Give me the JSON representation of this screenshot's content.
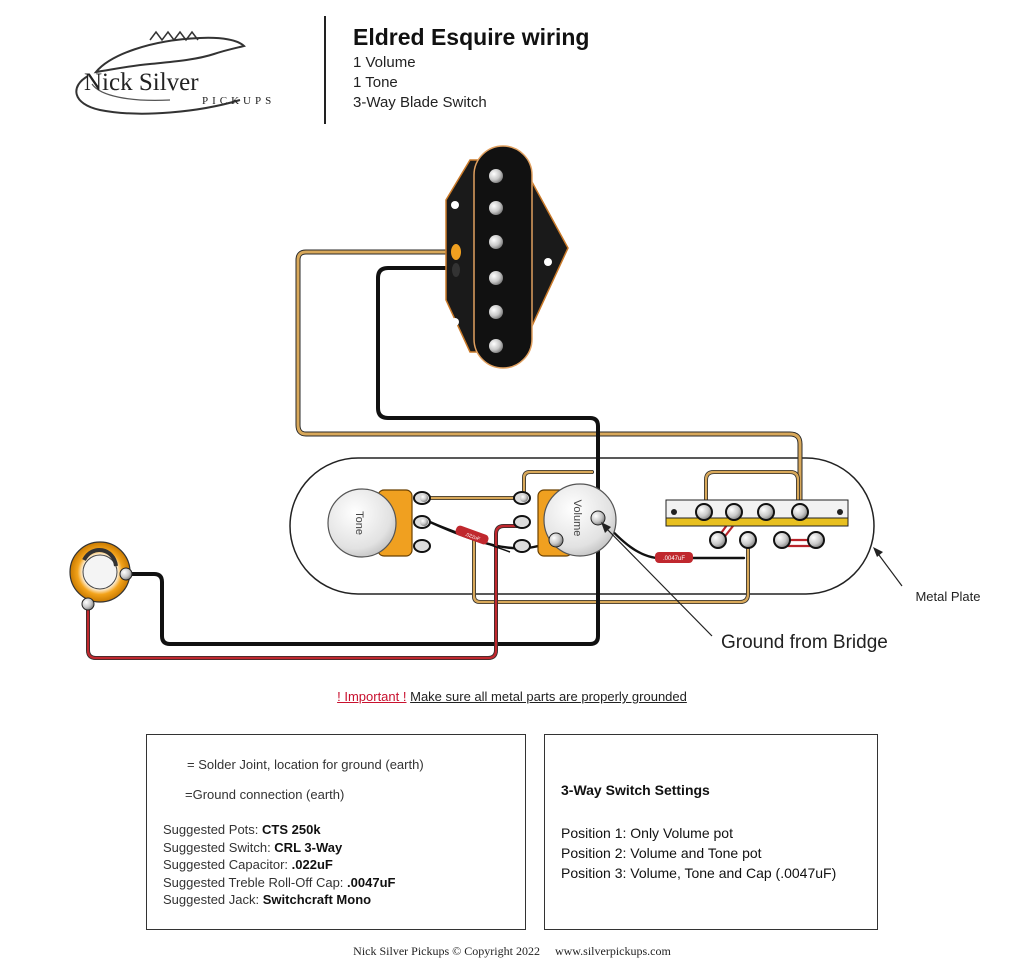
{
  "header": {
    "brand_name": "Nick Silver",
    "brand_sub": "PICKUPS",
    "title": "Eldred Esquire wiring",
    "lines": [
      "1 Volume",
      "1 Tone",
      "3-Way Blade Switch"
    ]
  },
  "diagram": {
    "pot_tone_label": "Tone",
    "pot_volume_label": "Volume",
    "cap_tone_label": ".022uF",
    "cap_treble_label": ".0047uF",
    "label_metal_plate": "Metal Plate",
    "label_ground_bridge": "Ground from Bridge"
  },
  "warning": {
    "important": "! Important !",
    "message": "Make sure all metal parts are properly grounded"
  },
  "legend": {
    "solder_joint": "= Solder Joint, location for ground (earth)",
    "ground_connection": "=Ground connection (earth)",
    "pots_label": "Suggested Pots: ",
    "pots_value": "CTS 250k",
    "switch_label": "Suggested Switch: ",
    "switch_value": "CRL 3-Way",
    "cap_label": "Suggested Capacitor: ",
    "cap_value": ".022uF",
    "treble_label": "Suggested Treble Roll-Off Cap: ",
    "treble_value": ".0047uF",
    "jack_label": "Suggested Jack: ",
    "jack_value": "Switchcraft Mono"
  },
  "settings": {
    "title": "3-Way Switch Settings",
    "positions": [
      "Position 1: Only Volume pot",
      "Position 2: Volume and Tone pot",
      "Position 3: Volume, Tone and Cap (.0047uF)"
    ]
  },
  "footer": {
    "copyright": "Nick Silver Pickups © Copyright 2022",
    "website": "www.silverpickups.com"
  },
  "colors": {
    "hot_wire": "#c79a4a",
    "ground_wire": "#111111",
    "red_wire": "#b8242a",
    "pot_orange": "#f0a020",
    "pickup_body": "#1a1a1a",
    "warning_red": "#c8102e"
  }
}
